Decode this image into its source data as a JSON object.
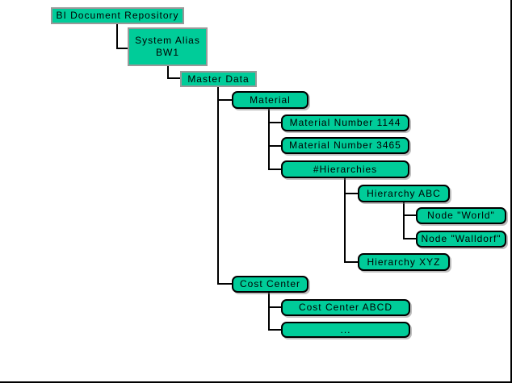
{
  "colors": {
    "node_fill": "#00CC99",
    "square_node_border": "#999999",
    "rounded_node_border": "#000000",
    "connector": "#000000",
    "frame_border": "#000000",
    "text": "#000000",
    "background": "#FFFFFF"
  },
  "tree": {
    "label": "BI Document Repository",
    "children": [
      {
        "label": "System Alias\nBW1",
        "children": [
          {
            "label": "Master Data",
            "children": [
              {
                "label": "Material",
                "children": [
                  {
                    "label": "Material Number 1144"
                  },
                  {
                    "label": "Material Number 3465"
                  },
                  {
                    "label": "#Hierarchies",
                    "children": [
                      {
                        "label": "Hierarchy ABC",
                        "children": [
                          {
                            "label": "Node \"World\""
                          },
                          {
                            "label": "Node \"Walldorf\""
                          }
                        ]
                      },
                      {
                        "label": "Hierarchy XYZ"
                      }
                    ]
                  }
                ]
              },
              {
                "label": "Cost Center",
                "children": [
                  {
                    "label": "Cost Center ABCD"
                  },
                  {
                    "label": "..."
                  }
                ]
              }
            ]
          }
        ]
      }
    ]
  }
}
